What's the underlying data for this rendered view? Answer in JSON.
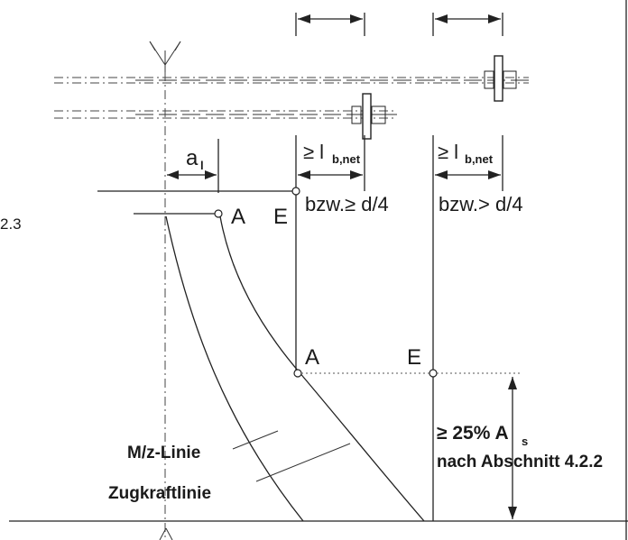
{
  "labels": {
    "a_l_main": "a",
    "a_l_sub": "l",
    "point_A_top": "A",
    "point_E_top": "E",
    "point_A_mid": "A",
    "point_E_mid": "E",
    "lb_left_ge": "≥ l",
    "lb_left_sub": "b,net",
    "lb_right_ge": "≥ l",
    "lb_right_sub": "b,net",
    "bzw_left": "bzw.≥ d/4",
    "bzw_right": "bzw.> d/4",
    "edge_number": "2.3",
    "as_ge": "≥ 25% A",
    "as_sub": "s",
    "section_ref": "nach Abschnitt 4.2.2",
    "mz_line": "M/z-Linie",
    "tension_line": "Zugkraftlinie"
  }
}
